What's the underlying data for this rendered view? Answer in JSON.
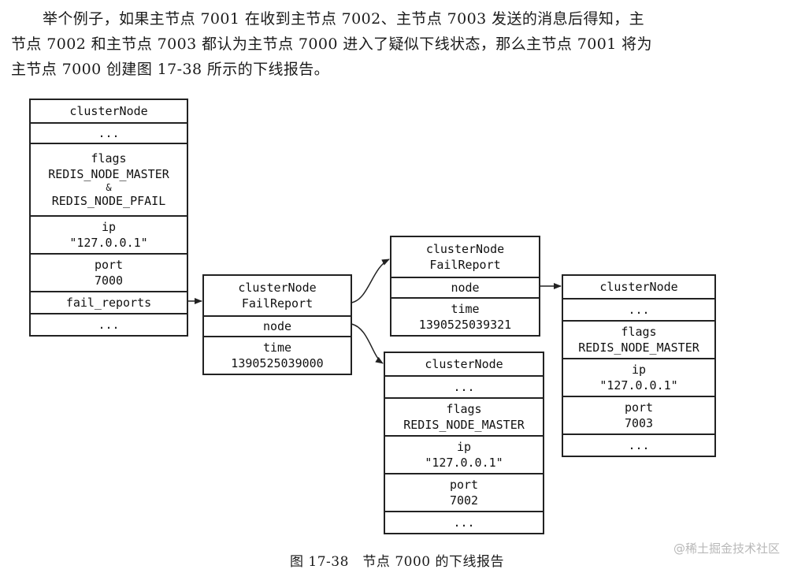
{
  "intro": {
    "line1": "举个例子，如果主节点 7001 在收到主节点 7002、主节点 7003 发送的消息后得知，主",
    "line2": "节点 7002 和主节点 7003 都认为主节点 7000 进入了疑似下线状态，那么主节点 7001 将为",
    "line3": "主节点 7000 创建图 17-38 所示的下线报告。"
  },
  "node7000": {
    "title": "clusterNode",
    "ellipsis_top": "...",
    "flags_label": "flags",
    "flag1": "REDIS_NODE_MASTER",
    "flag_amp": "&",
    "flag2": "REDIS_NODE_PFAIL",
    "ip_label": "ip",
    "ip_value": "\"127.0.0.1\"",
    "port_label": "port",
    "port_value": "7000",
    "fail_reports": "fail_reports",
    "ellipsis_bottom": "..."
  },
  "report1": {
    "title1": "clusterNode",
    "title2": "FailReport",
    "node": "node",
    "time_label": "time",
    "time_value": "1390525039000"
  },
  "report2": {
    "title1": "clusterNode",
    "title2": "FailReport",
    "node": "node",
    "time_label": "time",
    "time_value": "1390525039321"
  },
  "node7002": {
    "title": "clusterNode",
    "ellipsis_top": "...",
    "flags_label": "flags",
    "flag1": "REDIS_NODE_MASTER",
    "ip_label": "ip",
    "ip_value": "\"127.0.0.1\"",
    "port_label": "port",
    "port_value": "7002",
    "ellipsis_bottom": "..."
  },
  "node7003": {
    "title": "clusterNode",
    "ellipsis_top": "...",
    "flags_label": "flags",
    "flag1": "REDIS_NODE_MASTER",
    "ip_label": "ip",
    "ip_value": "\"127.0.0.1\"",
    "port_label": "port",
    "port_value": "7003",
    "ellipsis_bottom": "..."
  },
  "caption": "图 17-38　节点 7000 的下线报告",
  "watermark": "@稀土掘金技术社区"
}
